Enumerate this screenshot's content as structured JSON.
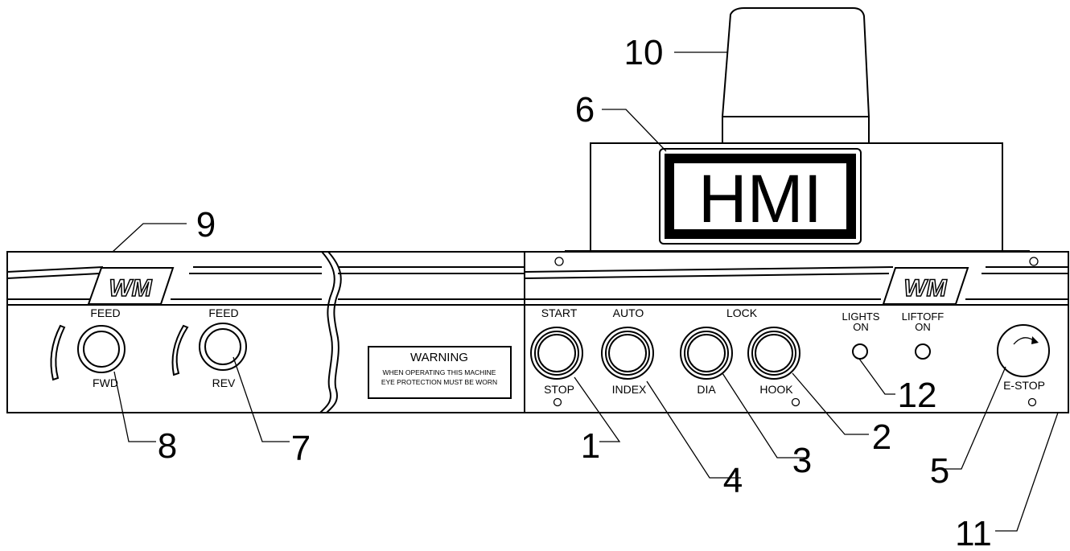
{
  "display": {
    "label": "HMI"
  },
  "logo": {
    "text": "WM"
  },
  "warning": {
    "title": "WARNING",
    "line1": "WHEN OPERATING THIS MACHINE",
    "line2": "EYE PROTECTION MUST BE WORN"
  },
  "left_panel": {
    "feed_fwd": {
      "top_label": "FEED",
      "bottom_label": "FWD"
    },
    "feed_rev": {
      "top_label": "FEED",
      "bottom_label": "REV"
    }
  },
  "right_panel": {
    "start": {
      "top_label": "START",
      "bottom_label": "STOP"
    },
    "auto": {
      "top_label": "AUTO",
      "bottom_label": "INDEX"
    },
    "lock": {
      "top_label": "LOCK"
    },
    "dia": {
      "bottom_label": "DIA"
    },
    "hook": {
      "bottom_label": "HOOK"
    },
    "lights": {
      "line1": "LIGHTS",
      "line2": "ON"
    },
    "liftoff": {
      "line1": "LIFTOFF",
      "line2": "ON"
    },
    "estop": {
      "label": "E-STOP"
    }
  },
  "callouts": [
    "1",
    "2",
    "3",
    "4",
    "5",
    "6",
    "7",
    "8",
    "9",
    "10",
    "11",
    "12"
  ]
}
